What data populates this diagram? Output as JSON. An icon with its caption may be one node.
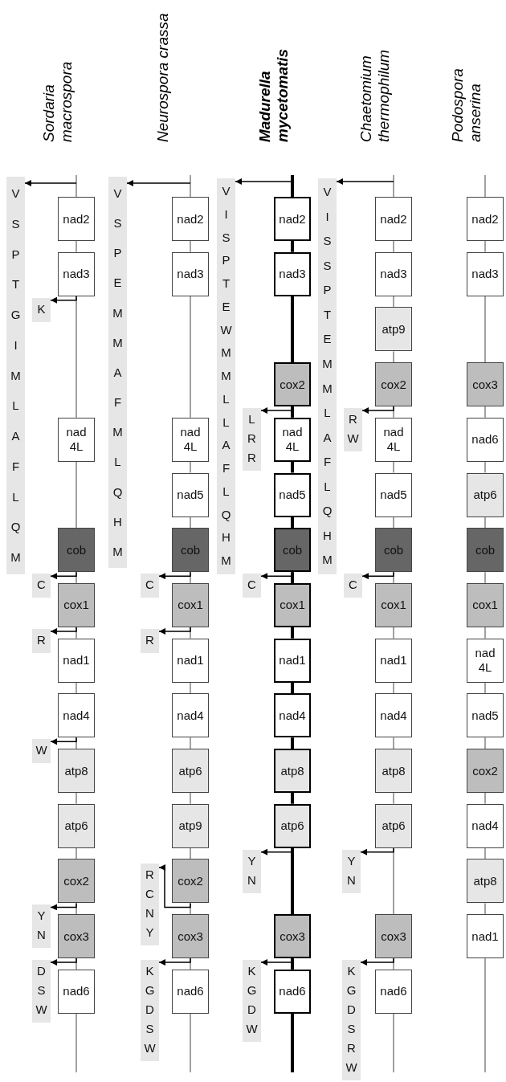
{
  "diagram": {
    "nodes": [
      {
        "text": [
          "nad2"
        ]
      },
      {
        "text": [
          "nad3"
        ]
      },
      {
        "text": [
          "nad 4L"
        ]
      },
      {
        "text": [
          "cob"
        ]
      },
      {
        "text": [
          "cox1"
        ]
      },
      {
        "text": [
          "nad1"
        ]
      },
      {
        "text": [
          "nad4"
        ]
      },
      {
        "text": [
          "atp8"
        ]
      },
      {
        "text": [
          "atp6"
        ]
      },
      {
        "text": [
          "cox2"
        ]
      },
      {
        "text": [
          "cox3"
        ]
      },
      {
        "text": [
          "nad6"
        ]
      },
      {
        "text": [
          "V S P T G I M L A F L Q M"
        ]
      },
      {
        "text": [
          "K"
        ]
      },
      {
        "text": [
          "C"
        ]
      },
      {
        "text": [
          "R"
        ]
      },
      {
        "text": [
          "W"
        ]
      },
      {
        "text": [
          "Y N"
        ]
      },
      {
        "text": [
          "D S W"
        ]
      },
      {
        "text": [
          "nad2"
        ]
      },
      {
        "text": [
          "nad3"
        ]
      },
      {
        "text": [
          "nad 4L"
        ]
      },
      {
        "text": [
          "nad5"
        ]
      },
      {
        "text": [
          "cob"
        ]
      },
      {
        "text": [
          "cox1"
        ]
      },
      {
        "text": [
          "nad1"
        ]
      },
      {
        "text": [
          "nad4"
        ]
      },
      {
        "text": [
          "atp6"
        ]
      },
      {
        "text": [
          "atp9"
        ]
      },
      {
        "text": [
          "cox2"
        ]
      },
      {
        "text": [
          "cox3"
        ]
      },
      {
        "text": [
          "nad6"
        ]
      },
      {
        "text": [
          "V S P E M M A F M L Q H M"
        ]
      },
      {
        "text": [
          "C"
        ]
      },
      {
        "text": [
          "R"
        ]
      },
      {
        "text": [
          "R C N Y"
        ]
      },
      {
        "text": [
          "K G D S W"
        ]
      },
      {
        "text": [
          "nad2"
        ]
      },
      {
        "text": [
          "nad3"
        ]
      },
      {
        "text": [
          "cox2"
        ]
      },
      {
        "text": [
          "nad 4L"
        ]
      },
      {
        "text": [
          "nad5"
        ]
      },
      {
        "text": [
          "cob"
        ]
      },
      {
        "text": [
          "cox1"
        ]
      },
      {
        "text": [
          "nad1"
        ]
      },
      {
        "text": [
          "nad4"
        ]
      },
      {
        "text": [
          "atp8"
        ]
      },
      {
        "text": [
          "atp6"
        ]
      },
      {
        "text": [
          "cox3"
        ]
      },
      {
        "text": [
          "nad6"
        ]
      },
      {
        "text": [
          "V I S P T E W M M L L A F L Q H M"
        ]
      },
      {
        "text": [
          "L R R"
        ]
      },
      {
        "text": [
          "C"
        ]
      },
      {
        "text": [
          "Y N"
        ]
      },
      {
        "text": [
          "K G D W"
        ]
      },
      {
        "text": [
          "nad2"
        ]
      },
      {
        "text": [
          "nad3"
        ]
      },
      {
        "text": [
          "atp9"
        ]
      },
      {
        "text": [
          "cox2"
        ]
      },
      {
        "text": [
          "nad 4L"
        ]
      },
      {
        "text": [
          "nad5"
        ]
      },
      {
        "text": [
          "cob"
        ]
      },
      {
        "text": [
          "cox1"
        ]
      },
      {
        "text": [
          "nad1"
        ]
      },
      {
        "text": [
          "nad4"
        ]
      },
      {
        "text": [
          "atp8"
        ]
      },
      {
        "text": [
          "atp6"
        ]
      },
      {
        "text": [
          "cox3"
        ]
      },
      {
        "text": [
          "nad6"
        ]
      },
      {
        "text": [
          "V I S S P T E M M L A F L Q H M"
        ]
      },
      {
        "text": [
          "R W"
        ]
      },
      {
        "text": [
          "C"
        ]
      },
      {
        "text": [
          "Y N"
        ]
      },
      {
        "text": [
          "K G D S R W"
        ]
      },
      {
        "text": [
          "nad2"
        ]
      },
      {
        "text": [
          "nad3"
        ]
      },
      {
        "text": [
          "cox3"
        ]
      },
      {
        "text": [
          "nad6"
        ]
      },
      {
        "text": [
          "atp6"
        ]
      },
      {
        "text": [
          "cob"
        ]
      },
      {
        "text": [
          "cox1"
        ]
      },
      {
        "text": [
          "nad 4L"
        ]
      },
      {
        "text": [
          "nad5"
        ]
      },
      {
        "text": [
          "cox2"
        ]
      },
      {
        "text": [
          "nad4"
        ]
      },
      {
        "text": [
          "atp8"
        ]
      },
      {
        "text": [
          "nad1"
        ]
      }
    ],
    "edges": [
      {
        "from": 0,
        "to": 1,
        "arrow": "none"
      },
      {
        "from": 1,
        "to": 2,
        "arrow": "none"
      },
      {
        "from": 2,
        "to": 3,
        "arrow": "none"
      },
      {
        "from": 3,
        "to": 4,
        "arrow": "none"
      },
      {
        "from": 4,
        "to": 5,
        "arrow": "none"
      },
      {
        "from": 5,
        "to": 6,
        "arrow": "none"
      },
      {
        "from": 6,
        "to": 7,
        "arrow": "none"
      },
      {
        "from": 7,
        "to": 8,
        "arrow": "none"
      },
      {
        "from": 8,
        "to": 9,
        "arrow": "none"
      },
      {
        "from": 9,
        "to": 10,
        "arrow": "none"
      },
      {
        "from": 10,
        "to": 11,
        "arrow": "none"
      },
      {
        "from": null,
        "to": 12,
        "arrow": "to"
      },
      {
        "from": 1,
        "to": 13,
        "arrow": "to"
      },
      {
        "from": 3,
        "to": 14,
        "arrow": "to"
      },
      {
        "from": 4,
        "to": 15,
        "arrow": "to"
      },
      {
        "from": 6,
        "to": 16,
        "arrow": "to"
      },
      {
        "from": 9,
        "to": 17,
        "arrow": "to"
      },
      {
        "from": 10,
        "to": 18,
        "arrow": "to"
      },
      {
        "from": 19,
        "to": 20,
        "arrow": "none"
      },
      {
        "from": 20,
        "to": 21,
        "arrow": "none"
      },
      {
        "from": 21,
        "to": 22,
        "arrow": "none"
      },
      {
        "from": 22,
        "to": 23,
        "arrow": "none"
      },
      {
        "from": 23,
        "to": 24,
        "arrow": "none"
      },
      {
        "from": 24,
        "to": 25,
        "arrow": "none"
      },
      {
        "from": 25,
        "to": 26,
        "arrow": "none"
      },
      {
        "from": 26,
        "to": 27,
        "arrow": "none"
      },
      {
        "from": 27,
        "to": 28,
        "arrow": "none"
      },
      {
        "from": 28,
        "to": 29,
        "arrow": "none"
      },
      {
        "from": 29,
        "to": 30,
        "arrow": "none"
      },
      {
        "from": 30,
        "to": 31,
        "arrow": "none"
      },
      {
        "from": null,
        "to": 32,
        "arrow": "to"
      },
      {
        "from": 23,
        "to": 33,
        "arrow": "to"
      },
      {
        "from": 24,
        "to": 34,
        "arrow": "to"
      },
      {
        "from": 29,
        "to": 35,
        "arrow": "to"
      },
      {
        "from": 30,
        "to": 36,
        "arrow": "to"
      },
      {
        "from": 37,
        "to": 38,
        "arrow": "none",
        "style": "thick"
      },
      {
        "from": 38,
        "to": 39,
        "arrow": "none",
        "style": "thick"
      },
      {
        "from": 39,
        "to": 40,
        "arrow": "none",
        "style": "thick"
      },
      {
        "from": 40,
        "to": 41,
        "arrow": "none",
        "style": "thick"
      },
      {
        "from": 41,
        "to": 42,
        "arrow": "none",
        "style": "thick"
      },
      {
        "from": 42,
        "to": 43,
        "arrow": "none",
        "style": "thick"
      },
      {
        "from": 43,
        "to": 44,
        "arrow": "none",
        "style": "thick"
      },
      {
        "from": 44,
        "to": 45,
        "arrow": "none",
        "style": "thick"
      },
      {
        "from": 45,
        "to": 46,
        "arrow": "none",
        "style": "thick"
      },
      {
        "from": 46,
        "to": 47,
        "arrow": "none",
        "style": "thick"
      },
      {
        "from": 47,
        "to": 48,
        "arrow": "none",
        "style": "thick"
      },
      {
        "from": 48,
        "to": 49,
        "arrow": "none",
        "style": "thick"
      },
      {
        "from": null,
        "to": 50,
        "arrow": "to"
      },
      {
        "from": 39,
        "to": 51,
        "arrow": "to"
      },
      {
        "from": 42,
        "to": 52,
        "arrow": "to"
      },
      {
        "from": 47,
        "to": 53,
        "arrow": "to"
      },
      {
        "from": 48,
        "to": 54,
        "arrow": "to"
      },
      {
        "from": 55,
        "to": 56,
        "arrow": "none"
      },
      {
        "from": 56,
        "to": 57,
        "arrow": "none"
      },
      {
        "from": 57,
        "to": 58,
        "arrow": "none"
      },
      {
        "from": 58,
        "to": 59,
        "arrow": "none"
      },
      {
        "from": 59,
        "to": 60,
        "arrow": "none"
      },
      {
        "from": 60,
        "to": 61,
        "arrow": "none"
      },
      {
        "from": 61,
        "to": 62,
        "arrow": "none"
      },
      {
        "from": 62,
        "to": 63,
        "arrow": "none"
      },
      {
        "from": 63,
        "to": 64,
        "arrow": "none"
      },
      {
        "from": 64,
        "to": 65,
        "arrow": "none"
      },
      {
        "from": 65,
        "to": 66,
        "arrow": "none"
      },
      {
        "from": 66,
        "to": 67,
        "arrow": "none"
      },
      {
        "from": 67,
        "to": 68,
        "arrow": "none"
      },
      {
        "from": null,
        "to": 69,
        "arrow": "to"
      },
      {
        "from": 58,
        "to": 70,
        "arrow": "to"
      },
      {
        "from": 61,
        "to": 71,
        "arrow": "to"
      },
      {
        "from": 66,
        "to": 72,
        "arrow": "to"
      },
      {
        "from": 67,
        "to": 73,
        "arrow": "to"
      },
      {
        "from": 74,
        "to": 75,
        "arrow": "none"
      },
      {
        "from": 75,
        "to": 76,
        "arrow": "none"
      },
      {
        "from": 76,
        "to": 77,
        "arrow": "none"
      },
      {
        "from": 77,
        "to": 78,
        "arrow": "none"
      },
      {
        "from": 78,
        "to": 79,
        "arrow": "none"
      },
      {
        "from": 79,
        "to": 80,
        "arrow": "none"
      },
      {
        "from": 80,
        "to": 81,
        "arrow": "none"
      },
      {
        "from": 81,
        "to": 82,
        "arrow": "none"
      },
      {
        "from": 82,
        "to": 83,
        "arrow": "none"
      },
      {
        "from": 83,
        "to": 84,
        "arrow": "none"
      },
      {
        "from": 84,
        "to": 85,
        "arrow": "none"
      },
      {
        "from": 85,
        "to": 86,
        "arrow": "none"
      }
    ],
    "labels": [
      "Sordaria macrospora",
      "Neurospora crassa",
      "Madurella mycetomatis",
      "Chaetomium thermophilum",
      "Podospora anserina"
    ]
  }
}
